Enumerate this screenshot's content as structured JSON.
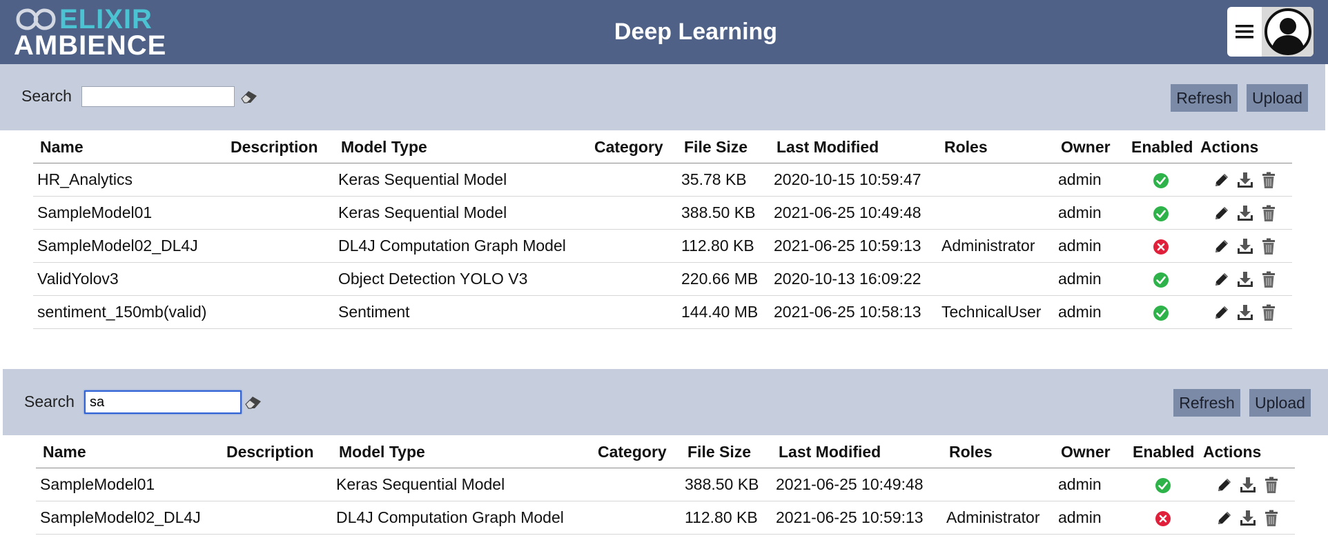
{
  "header": {
    "logo_top": "ELIXIR",
    "logo_bottom": "AMBIENCE",
    "title": "Deep Learning",
    "menu_icon": "hamburger-icon",
    "avatar_icon": "user-avatar-icon"
  },
  "colors": {
    "header_bg": "#4f6186",
    "panel_bg": "#c6cedd",
    "button_bg": "#7b8aa6",
    "logo_accent": "#4cc3d3",
    "enabled_green": "#2db34a",
    "disabled_red": "#e0203a"
  },
  "columns": [
    "Name",
    "Description",
    "Model Type",
    "Category",
    "File Size",
    "Last Modified",
    "Roles",
    "Owner",
    "Enabled",
    "Actions"
  ],
  "panel1": {
    "search_label": "Search",
    "search_value": "",
    "refresh_label": "Refresh",
    "upload_label": "Upload",
    "rows": [
      {
        "name": "HR_Analytics",
        "description": "",
        "model_type": "Keras Sequential Model",
        "category": "",
        "file_size": "35.78 KB",
        "last_modified": "2020-10-15 10:59:47",
        "roles": "",
        "owner": "admin",
        "enabled": true
      },
      {
        "name": "SampleModel01",
        "description": "",
        "model_type": "Keras Sequential Model",
        "category": "",
        "file_size": "388.50 KB",
        "last_modified": "2021-06-25 10:49:48",
        "roles": "",
        "owner": "admin",
        "enabled": true
      },
      {
        "name": "SampleModel02_DL4J",
        "description": "",
        "model_type": "DL4J Computation Graph Model",
        "category": "",
        "file_size": "112.80 KB",
        "last_modified": "2021-06-25 10:59:13",
        "roles": "Administrator",
        "owner": "admin",
        "enabled": false
      },
      {
        "name": "ValidYolov3",
        "description": "",
        "model_type": "Object Detection YOLO V3",
        "category": "",
        "file_size": "220.66 MB",
        "last_modified": "2020-10-13 16:09:22",
        "roles": "",
        "owner": "admin",
        "enabled": true
      },
      {
        "name": "sentiment_150mb(valid)",
        "description": "",
        "model_type": "Sentiment",
        "category": "",
        "file_size": "144.40 MB",
        "last_modified": "2021-06-25 10:58:13",
        "roles": "TechnicalUser",
        "owner": "admin",
        "enabled": true
      }
    ]
  },
  "panel2": {
    "search_label": "Search",
    "search_value": "sa",
    "refresh_label": "Refresh",
    "upload_label": "Upload",
    "rows": [
      {
        "name": "SampleModel01",
        "description": "",
        "model_type": "Keras Sequential Model",
        "category": "",
        "file_size": "388.50 KB",
        "last_modified": "2021-06-25 10:49:48",
        "roles": "",
        "owner": "admin",
        "enabled": true
      },
      {
        "name": "SampleModel02_DL4J",
        "description": "",
        "model_type": "DL4J Computation Graph Model",
        "category": "",
        "file_size": "112.80 KB",
        "last_modified": "2021-06-25 10:59:13",
        "roles": "Administrator",
        "owner": "admin",
        "enabled": false
      }
    ]
  }
}
